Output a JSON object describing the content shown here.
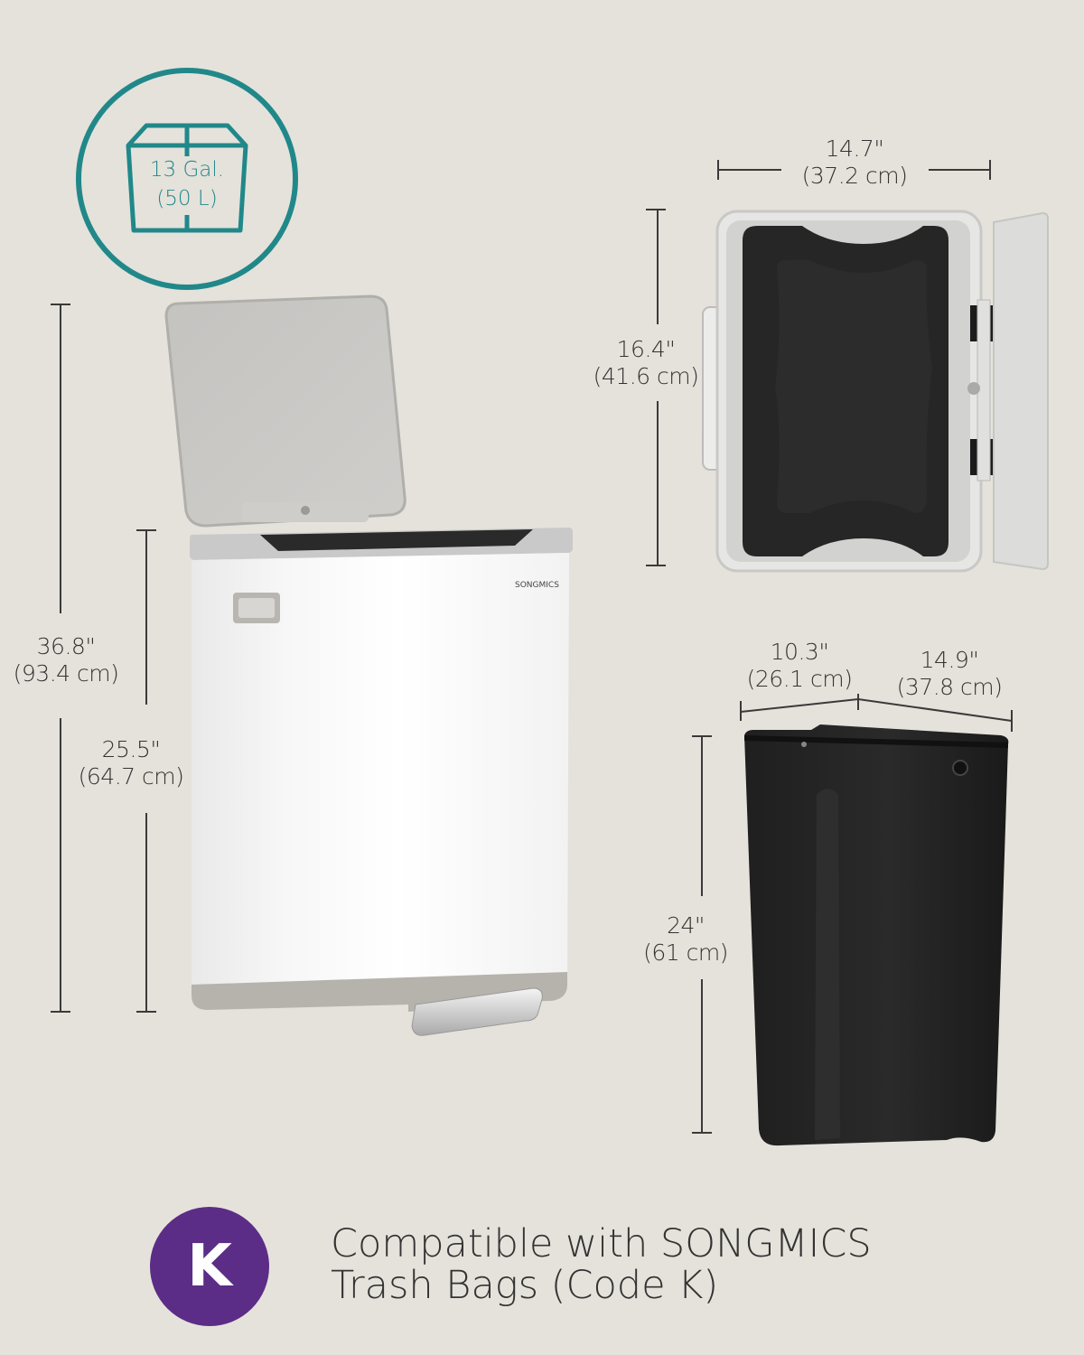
{
  "capacity": {
    "icon": "box-icon",
    "gallons": "13 Gal.",
    "liters": "(50 L)",
    "color": "#21888a"
  },
  "main_bin": {
    "brand_label": "SONGMICS",
    "color": "#ffffff",
    "dimensions": {
      "total_height": {
        "in": "36.8\"",
        "cm": "(93.4 cm)"
      },
      "body_height": {
        "in": "25.5\"",
        "cm": "(64.7 cm)"
      }
    }
  },
  "top_view": {
    "width": {
      "in": "14.7\"",
      "cm": "(37.2 cm)"
    },
    "depth": {
      "in": "16.4\"",
      "cm": "(41.6 cm)"
    }
  },
  "inner_bucket": {
    "color": "#222222",
    "depth": {
      "in": "10.3\"",
      "cm": "(26.1 cm)"
    },
    "width": {
      "in": "14.9\"",
      "cm": "(37.8 cm)"
    },
    "height": {
      "in": "24\"",
      "cm": "(61 cm)"
    }
  },
  "footer": {
    "badge_letter": "K",
    "badge_color": "#5c2d86",
    "line1": "Compatible with SONGMICS",
    "line2": "Trash Bags (Code K)"
  }
}
